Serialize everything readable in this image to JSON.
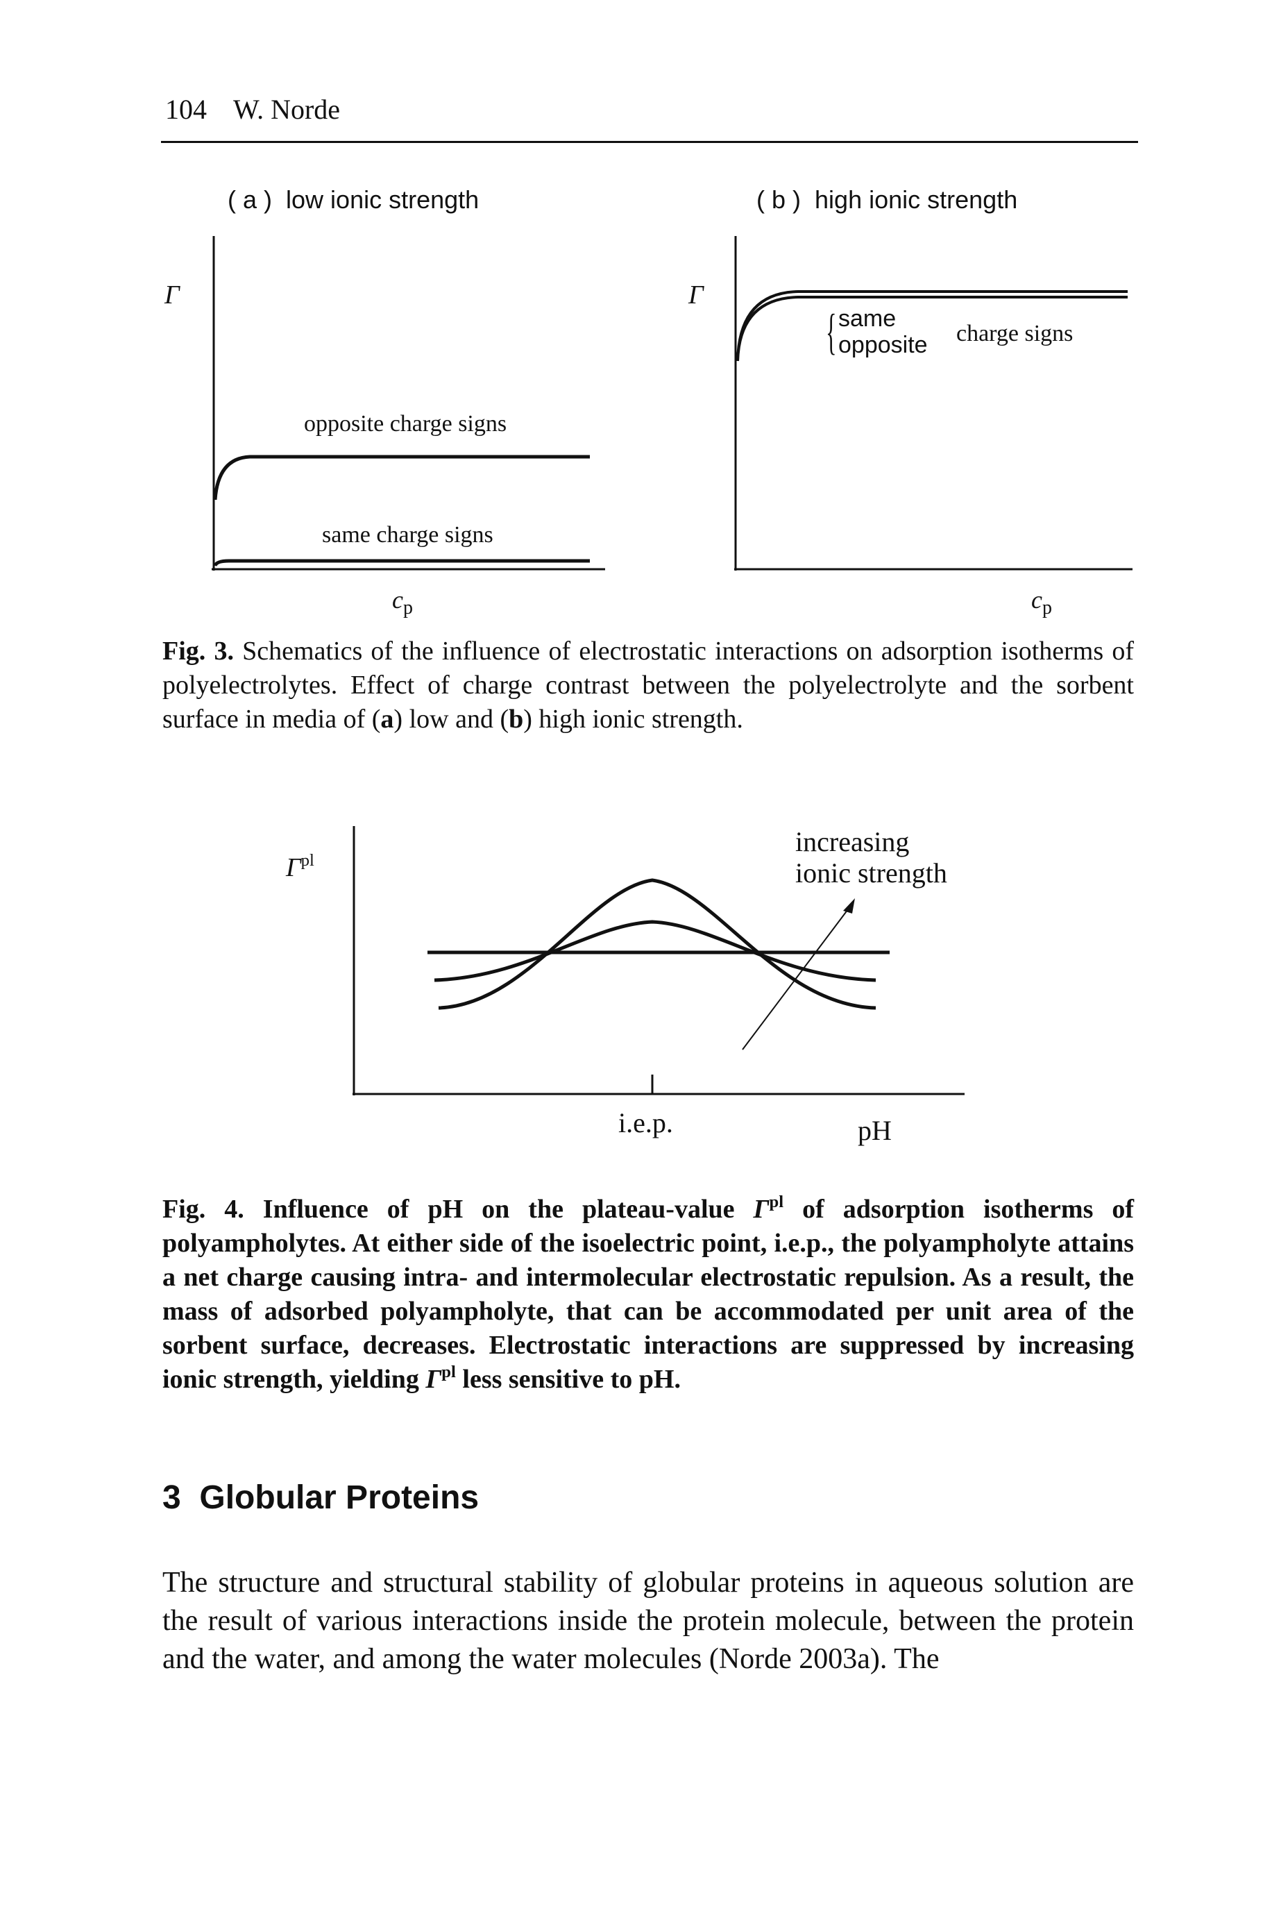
{
  "header": {
    "page_number": "104",
    "author": "W. Norde"
  },
  "figure3": {
    "panel_a": {
      "label": "( a )",
      "title": "low ionic strength",
      "y_axis": "Γ",
      "x_axis": "c",
      "x_axis_sub": "p",
      "curve_upper": "opposite charge signs",
      "curve_lower": "same charge signs"
    },
    "panel_b": {
      "label": "( b )",
      "title": "high ionic strength",
      "y_axis": "Γ",
      "x_axis": "c",
      "x_axis_sub": "p",
      "brace_top": "same",
      "brace_bottom": "opposite",
      "brace_label": "charge signs"
    },
    "caption": {
      "label": "Fig. 3.",
      "text": "Schematics of the influence of electrostatic interactions on adsorption isotherms of polyelectrolytes. Effect of charge contrast between the polyelectrolyte and the sorbent surface in media of",
      "a": "a",
      "middle": "low and",
      "b": "b",
      "end": "high ionic strength."
    }
  },
  "figure4": {
    "y_axis": "Γ",
    "y_axis_sup": "pl",
    "x_axis": "pH",
    "tick_label": "i.e.p.",
    "annotation_line1": "increasing",
    "annotation_line2": "ionic strength",
    "caption": {
      "label": "Fig. 4.",
      "part1": "Influence of pH on the plateau-value",
      "gamma": "Γ",
      "sup": "pl",
      "part2": "of adsorption isotherms of polyampholytes. At either side of the isoelectric point, i.e.p., the polyampholyte attains a net charge causing intra- and intermolecular electrostatic repulsion. As a result, the mass of adsorbed polyampholyte, that can be accommodated per unit area of the sorbent surface, decreases. Electrostatic interactions are suppressed by increasing ionic strength, yielding",
      "gamma2": "Γ",
      "sup2": "pl",
      "part3": "less sensitive to pH."
    }
  },
  "section": {
    "number": "3",
    "title": "Globular Proteins"
  },
  "body": {
    "paragraph": "The structure and structural stability of globular proteins in aqueous solution are the result of various interactions inside the protein molecule, between the protein and the water, and among the water molecules (Norde 2003a). The"
  },
  "colors": {
    "ink": "#111111",
    "background": "#ffffff"
  }
}
